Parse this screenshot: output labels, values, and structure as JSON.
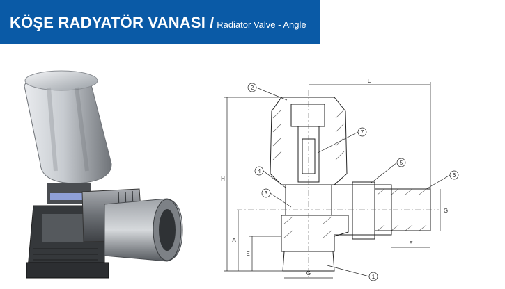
{
  "header": {
    "title": "KÖŞE RADYATÖR VANASI",
    "separator": "/",
    "subtitle": "Radiator Valve - Angle",
    "background_color": "#0a5aa6"
  },
  "photo": {
    "kind": "cutaway-render-of-angle-radiator-valve",
    "cap_color": "#b8bcc2",
    "body_color": "#3a3d40",
    "nut_color": "#8e9196",
    "seal_color": "#8fa0d8"
  },
  "drawing": {
    "dimension_labels": {
      "L": "L",
      "H": "H",
      "A": "A",
      "E_left": "E",
      "E_right": "E",
      "G_bottom": "G",
      "G_right": "G"
    },
    "callouts": [
      "1",
      "2",
      "3",
      "4",
      "5",
      "6",
      "7"
    ]
  }
}
